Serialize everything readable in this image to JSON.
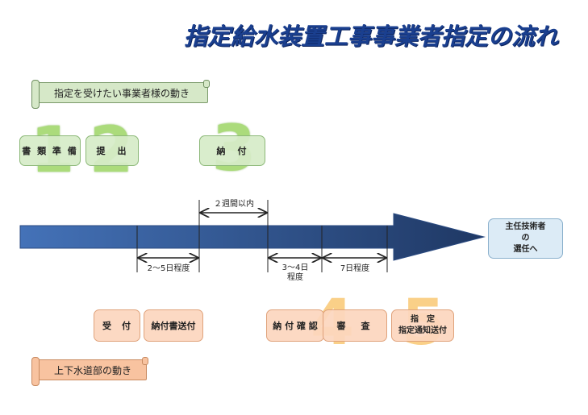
{
  "title": "指定給水装置工事事業者指定の流れ",
  "applicant_label": "指定を受けたい事業者様の動き",
  "waterworks_label": "上下水道部の動き",
  "applicant_steps": [
    {
      "number": "1",
      "label": "書 類 準 備"
    },
    {
      "number": "2",
      "label": "提　出"
    },
    {
      "number": "3",
      "label": "納　付"
    }
  ],
  "waterworks_steps": [
    {
      "label": "受　付"
    },
    {
      "label": "納付書送付"
    },
    {
      "number": "4",
      "label": "納 付 確 認"
    },
    {
      "label": "審　査"
    },
    {
      "number": "5",
      "label_line1": "指　定",
      "label_line2": "指定通知送付"
    }
  ],
  "periods": [
    {
      "label": "２週間以内"
    },
    {
      "label": "2～5日程度"
    },
    {
      "label_line1": "3～4日",
      "label_line2": "程度"
    },
    {
      "label": "7日程度"
    }
  ],
  "final_box": {
    "line1": "主任技術者",
    "line2": "の",
    "line3": "選任へ"
  },
  "colors": {
    "arrow_start": "#4472b8",
    "arrow_end": "#1f3864",
    "green": "#8fd050",
    "orange": "#f7b23a"
  }
}
